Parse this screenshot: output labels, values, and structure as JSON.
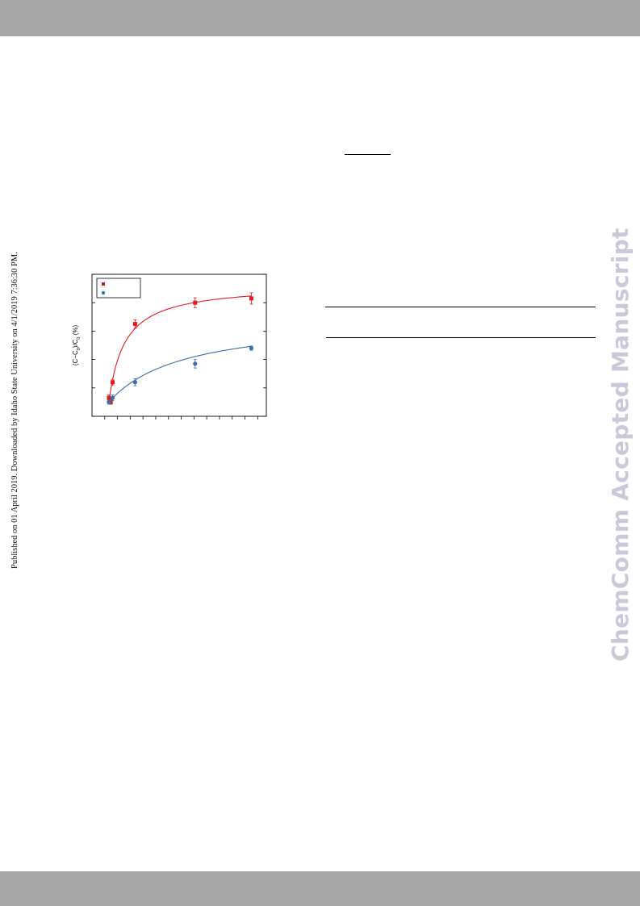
{
  "sidebar_note": "Published on 01 April 2019. Downloaded by Idaho State University on 4/1/2019 7:36:30 PM.",
  "watermark": "ChemComm Accepted Manuscript",
  "chart_data": {
    "type": "scatter",
    "ylabel_parts": [
      "(C−C",
      "0",
      ")/C",
      "0",
      " (%)"
    ],
    "xlim": [
      -4.5,
      42
    ],
    "ylim": [
      0,
      100
    ],
    "x_minor_step": 3.4,
    "y_tick_step": 20,
    "legend_position": "top-left",
    "grid": false,
    "series": [
      {
        "color": "#e41a1c",
        "marker": "square",
        "points": [
          {
            "x": 0.0,
            "y": 13,
            "err": 2
          },
          {
            "x": 0.5,
            "y": 10,
            "err": 1.5
          },
          {
            "x": 1.0,
            "y": 24,
            "err": 2
          },
          {
            "x": 7.0,
            "y": 65,
            "err": 3
          },
          {
            "x": 23.0,
            "y": 80,
            "err": 3.5
          },
          {
            "x": 38.0,
            "y": 83,
            "err": 4
          }
        ],
        "fit": {
          "ymax": 93,
          "k": 4.2,
          "y0": 10
        }
      },
      {
        "color": "#3a6fa8",
        "marker": "circle",
        "points": [
          {
            "x": 0.0,
            "y": 10,
            "err": 1.5
          },
          {
            "x": 1.0,
            "y": 13,
            "err": 2
          },
          {
            "x": 7.0,
            "y": 24,
            "err": 2.5
          },
          {
            "x": 23.0,
            "y": 37,
            "err": 3
          },
          {
            "x": 38.0,
            "y": 48,
            "err": 1.5
          }
        ],
        "fit": {
          "ymax": 70,
          "k": 20,
          "y0": 10
        }
      }
    ]
  }
}
